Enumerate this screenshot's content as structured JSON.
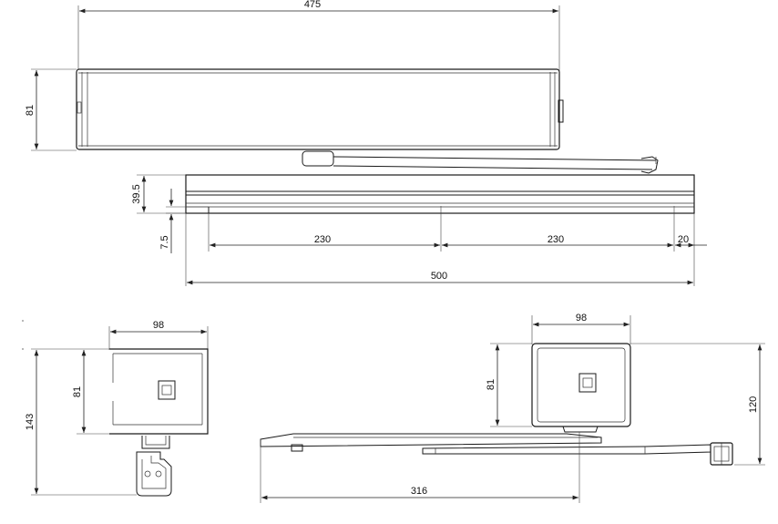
{
  "dimensions": {
    "top_view": {
      "overall_length": "475",
      "height": "81"
    },
    "rail_view": {
      "offset_height": "39.5",
      "rail_height": "7.5",
      "spacing_left": "230",
      "spacing_right": "230",
      "end_distance": "20",
      "rail_length": "500"
    },
    "side_view_left": {
      "width": "98",
      "body_height": "81",
      "total_height": "143"
    },
    "side_view_right": {
      "width": "98",
      "body_height": "81",
      "total_height": "120",
      "arm_length": "316"
    }
  }
}
